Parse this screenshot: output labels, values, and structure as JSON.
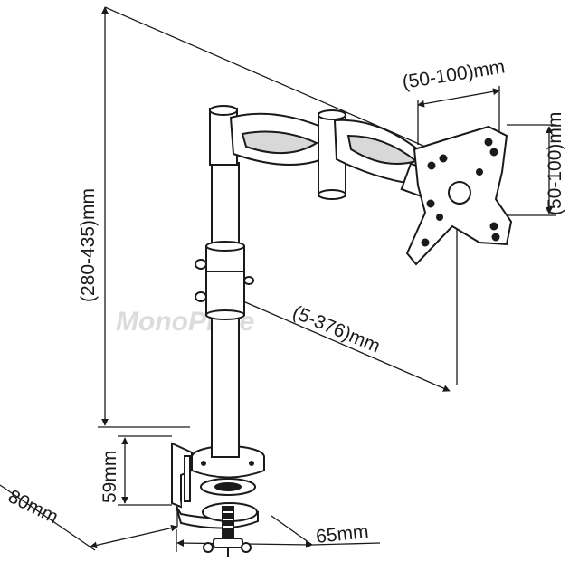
{
  "watermark": "MonoPrice",
  "dimensions": {
    "vesa_width": "(50-100)mm",
    "vesa_height": "(50-100)mm",
    "pole_height": "(280-435)mm",
    "arm_reach": "(5-376)mm",
    "clamp_height": "59mm",
    "clamp_depth": "80mm",
    "clamp_width": "65mm"
  },
  "colors": {
    "line": "#1a1a1a",
    "fill": "#ffffff",
    "watermark": "#dcdcdc"
  }
}
